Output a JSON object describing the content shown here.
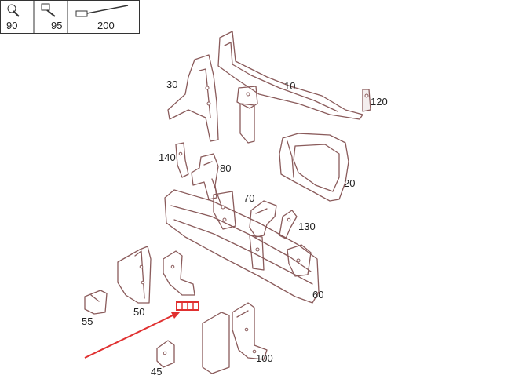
{
  "legend": [
    {
      "icon": "screw-icon",
      "label": "90"
    },
    {
      "icon": "bolt-icon",
      "label": "95"
    },
    {
      "icon": "rivet-icon",
      "label": "200"
    }
  ],
  "callouts": [
    {
      "key": "p10",
      "label": "10"
    },
    {
      "key": "p20",
      "label": "20"
    },
    {
      "key": "p30",
      "label": "30"
    },
    {
      "key": "p45",
      "label": "45"
    },
    {
      "key": "p50",
      "label": "50"
    },
    {
      "key": "p55",
      "label": "55"
    },
    {
      "key": "p60",
      "label": "60"
    },
    {
      "key": "p70",
      "label": "70"
    },
    {
      "key": "p80",
      "label": "80"
    },
    {
      "key": "p100",
      "label": "100"
    },
    {
      "key": "p120",
      "label": "120"
    },
    {
      "key": "p130",
      "label": "130"
    },
    {
      "key": "p140",
      "label": "140"
    }
  ],
  "colors": {
    "part_stroke": "#8a5b5b",
    "highlight": "#e03030",
    "arrow": "#e03030"
  }
}
